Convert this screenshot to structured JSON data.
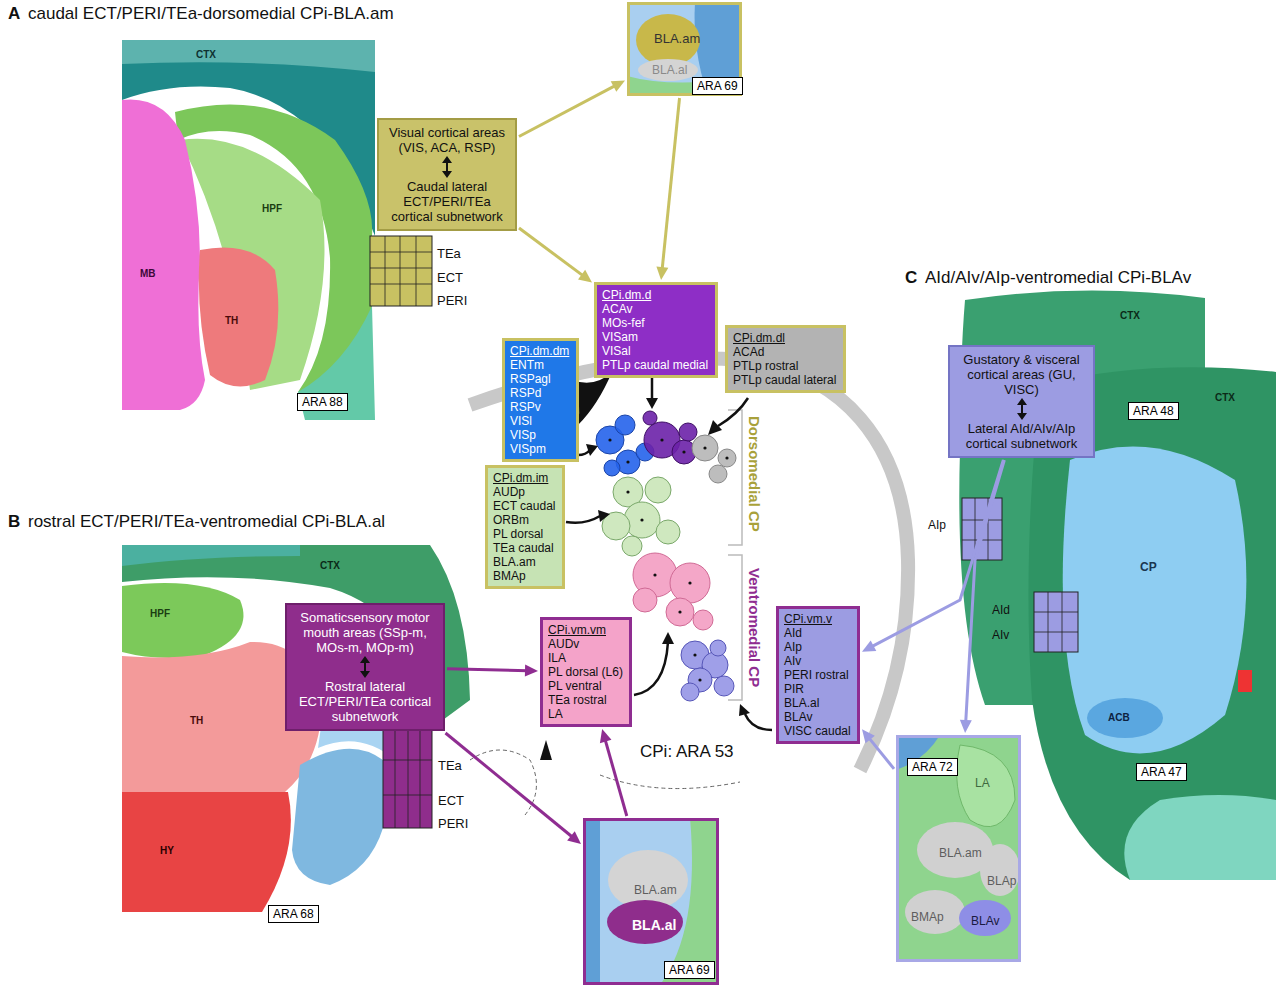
{
  "diagram": {
    "nodes": [
      {
        "text": [
          "BLA.am",
          "BLA.al"
        ]
      },
      {
        "text": [
          "ARA 69"
        ],
        "in": 0
      },
      {
        "text": [
          "Visual cortical areas (VIS, ACA, RSP)",
          "Caudal lateral ECT/PERI/TEa cortical subnetwork"
        ]
      },
      {
        "text": [
          "CPi.dm.d",
          "ACAv",
          "MOs-fef",
          "VISam",
          "VISal",
          "PTLp caudal medial"
        ]
      },
      {
        "text": [
          "CPi.dm.dl",
          "ACAd",
          "PTLp rostral",
          "PTLp caudal lateral"
        ]
      },
      {
        "text": [
          "CPi.dm.dm",
          "ENTm",
          "RSPagl",
          "RSPd",
          "RSPv",
          "VISl",
          "VISp",
          "VISpm"
        ]
      },
      {
        "text": [
          "ARA 88"
        ]
      },
      {
        "text": [
          "CPi.dm.im",
          "AUDp",
          "ECT caudal",
          "ORBm",
          "PL dorsal",
          "TEa caudal",
          "BLA.am",
          "BMAp"
        ]
      },
      {
        "text": [
          "Gustatory & visceral cortical areas (GU, VISC)",
          "Lateral AId/AIv/AIp cortical subnetwork"
        ]
      },
      {
        "text": [
          "ARA 48"
        ]
      },
      {
        "text": [
          "Somaticsensory motor mouth areas (SSp-m, MOs-m, MOp-m)",
          "Rostral lateral ECT/PERI/TEa cortical subnetwork"
        ]
      },
      {
        "text": [
          "CPi.vm.v",
          "AId",
          "AIp",
          "AIv",
          "PERI rostral",
          "PIR",
          "BLA.al",
          "BLAv",
          "VISC caudal"
        ]
      },
      {
        "text": [
          "CPi.vm.vm",
          "AUDv",
          "ILA",
          "PL dorsal (L6)",
          "PL ventral",
          "TEa rostral",
          "LA"
        ]
      },
      {
        "text": [
          "ARA 47"
        ]
      },
      {
        "text": [
          "LA",
          "BLA.am",
          "BLAp",
          "BMAp",
          "BLAv"
        ]
      },
      {
        "text": [
          "ARA 72"
        ],
        "in": 14
      },
      {
        "text": [
          "ARA 68"
        ]
      },
      {
        "text": [
          "BLA.am",
          "BLA.al"
        ]
      },
      {
        "text": [
          "ARA 69"
        ],
        "in": 17
      }
    ],
    "edges": [
      {
        "from": 2,
        "to": 0,
        "arrow": "to"
      },
      {
        "from": 0,
        "to": 3,
        "arrow": "to"
      },
      {
        "from": 2,
        "to": 3,
        "arrow": "to"
      },
      {
        "from": 10,
        "to": 12,
        "arrow": "to"
      },
      {
        "from": 10,
        "to": 17,
        "arrow": "to"
      },
      {
        "from": 17,
        "to": 12,
        "arrow": "to"
      },
      {
        "from": 8,
        "to": 11,
        "arrow": "to"
      },
      {
        "from": 14,
        "to": 11,
        "arrow": "to"
      },
      {
        "from": 8,
        "to": 14,
        "arrow": "to"
      }
    ],
    "labels": [
      "A",
      "caudal ECT/PERI/TEa-dorsomedial CPi-BLA.am",
      "CTX",
      "HPF",
      "MB",
      "TH",
      "TEa",
      "ECT",
      "PERI",
      "B",
      "rostral ECT/PERI/TEa-ventromedial CPi-BLA.al",
      "CTX",
      "HPF",
      "TH",
      "HY",
      "TEa",
      "ECT",
      "PERI",
      "C",
      "AId/AIv/AIp-ventromedial CPi-BLAv",
      "CTX",
      "CTX",
      "CP",
      "ACB",
      "AIp",
      "AId",
      "AIv",
      "Dorsomedial CP",
      "Ventromedial CP",
      "CPi: ARA 53"
    ]
  }
}
